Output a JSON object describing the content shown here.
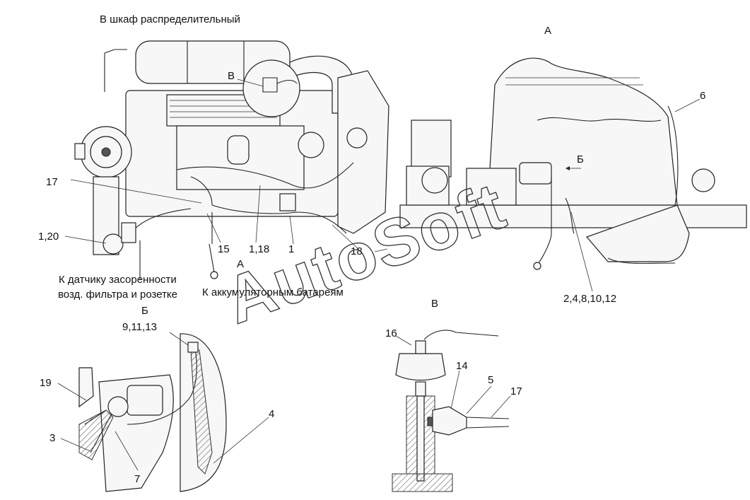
{
  "labels": {
    "top_note": "В шкаф распределительный",
    "sensor_note_line1": "К датчику засоренности",
    "sensor_note_line2": "возд. фильтра и розетке",
    "battery_note": "К аккумуляторным батареям",
    "callout_17_main": "17",
    "callout_120": "1,20",
    "callout_15": "15",
    "callout_118": "1,18",
    "callout_1": "1",
    "callout_18": "18",
    "callout_A_main": "А",
    "callout_B_main": "В",
    "view_A_title": "А",
    "callout_6": "6",
    "callout_B_arrow": "Б",
    "callout_24812": "2,4,8,10,12",
    "view_B_title": "Б",
    "callout_91113": "9,11,13",
    "callout_19": "19",
    "callout_3": "3",
    "callout_7": "7",
    "callout_4": "4",
    "view_V_title": "В",
    "callout_16": "16",
    "callout_14": "14",
    "callout_5": "5",
    "callout_17_detail": "17"
  },
  "watermark": "AutoSoft"
}
